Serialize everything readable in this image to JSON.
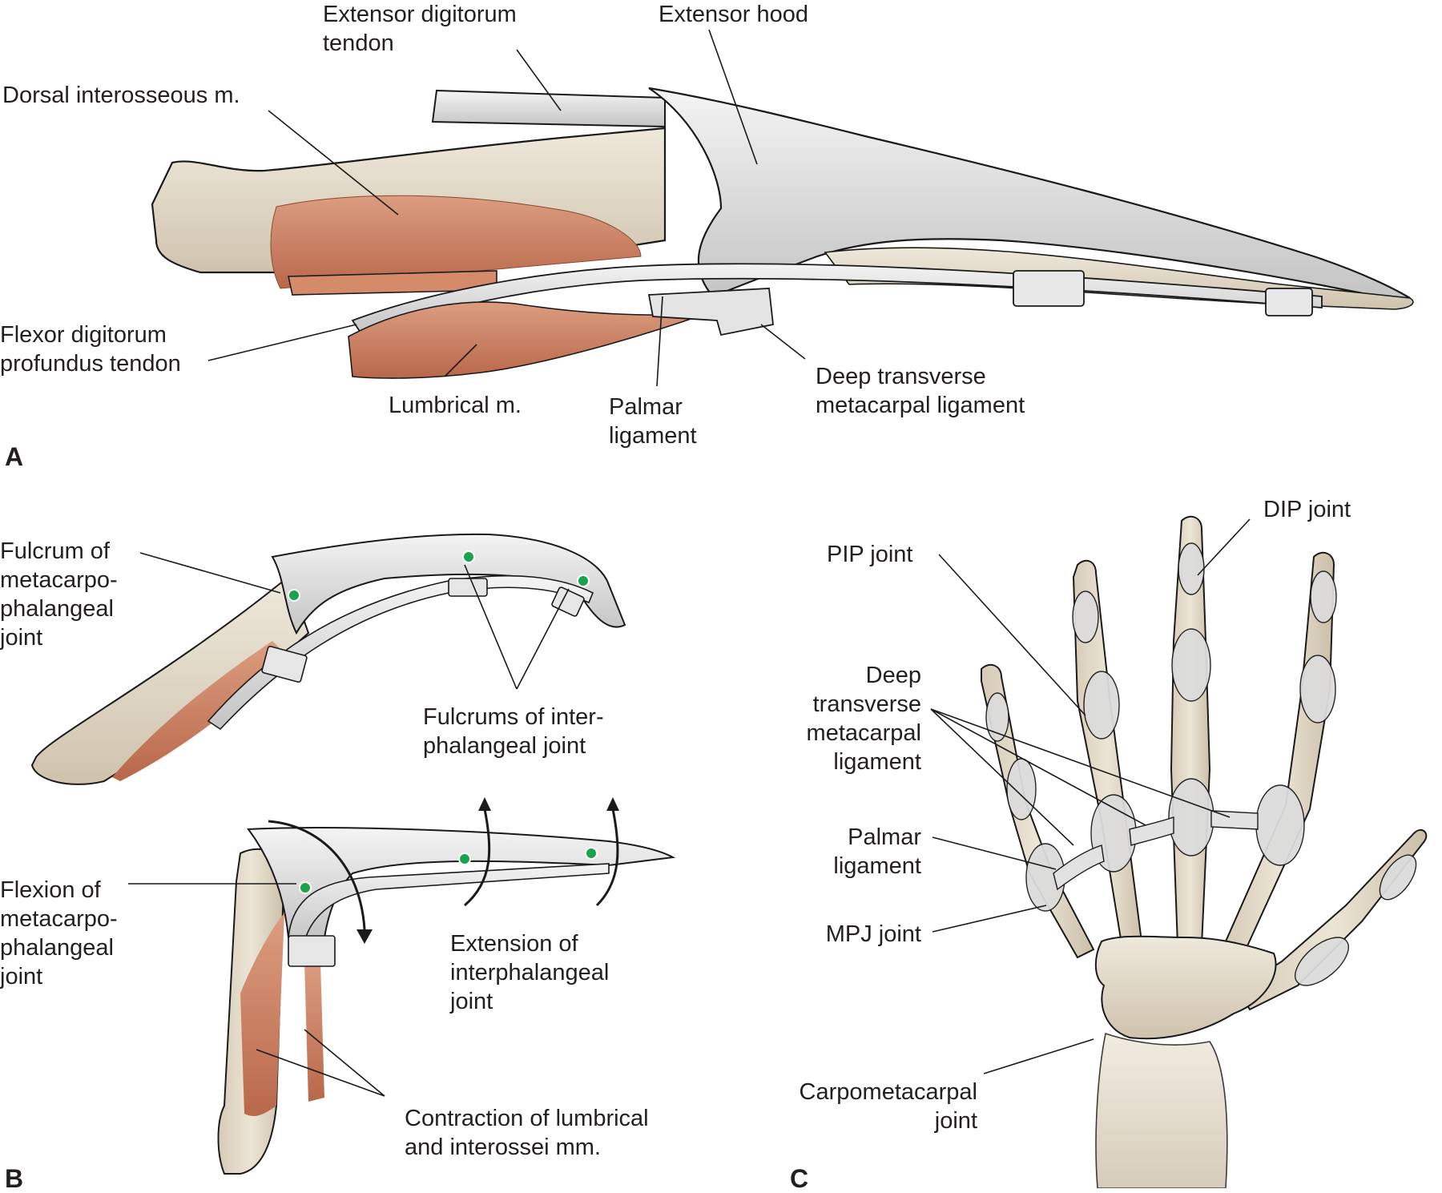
{
  "figure": {
    "colors": {
      "bone": "#e4dccb",
      "bone_shadow": "#c9bda7",
      "tendon": "#e6e6e6",
      "tendon_shadow": "#bdbdbd",
      "muscle": "#c9795a",
      "muscle_light": "#dc9d80",
      "outline": "#1a1a1a",
      "fulcrum_dot": "#1aa34a",
      "text": "#231f20"
    },
    "panels": [
      {
        "id": "A",
        "letter": "A",
        "labels": [
          {
            "key": "extensor_digitorum_tendon",
            "text": "Extensor digitorum\ntendon"
          },
          {
            "key": "extensor_hood",
            "text": "Extensor hood"
          },
          {
            "key": "dorsal_interosseous",
            "text": "Dorsal interosseous m."
          },
          {
            "key": "fdp_tendon",
            "text": "Flexor digitorum\nprofundus tendon"
          },
          {
            "key": "lumbrical",
            "text": "Lumbrical m."
          },
          {
            "key": "palmar_ligament",
            "text": "Palmar\nligament"
          },
          {
            "key": "deep_transverse",
            "text": "Deep transverse\nmetacarpal ligament"
          }
        ]
      },
      {
        "id": "B",
        "letter": "B",
        "labels": [
          {
            "key": "fulcrum_mcp",
            "text": "Fulcrum of\nmetacarpo-\nphalangeal\njoint"
          },
          {
            "key": "fulcrums_ip",
            "text": "Fulcrums of inter-\nphalangeal joint"
          },
          {
            "key": "flexion_mcp",
            "text": "Flexion of\nmetacarpo-\nphalangeal\njoint"
          },
          {
            "key": "extension_ip",
            "text": "Extension of\ninterphalangeal\njoint"
          },
          {
            "key": "contraction",
            "text": "Contraction of lumbrical\nand interossei mm."
          }
        ]
      },
      {
        "id": "C",
        "letter": "C",
        "labels": [
          {
            "key": "dip_joint",
            "text": "DIP joint"
          },
          {
            "key": "pip_joint",
            "text": "PIP joint"
          },
          {
            "key": "deep_transverse_c",
            "text": "Deep\ntransverse\nmetacarpal\nligament"
          },
          {
            "key": "palmar_ligament_c",
            "text": "Palmar\nligament"
          },
          {
            "key": "mpj_joint",
            "text": "MPJ joint"
          },
          {
            "key": "cmc_joint",
            "text": "Carpometacarpal\njoint"
          }
        ]
      }
    ]
  }
}
